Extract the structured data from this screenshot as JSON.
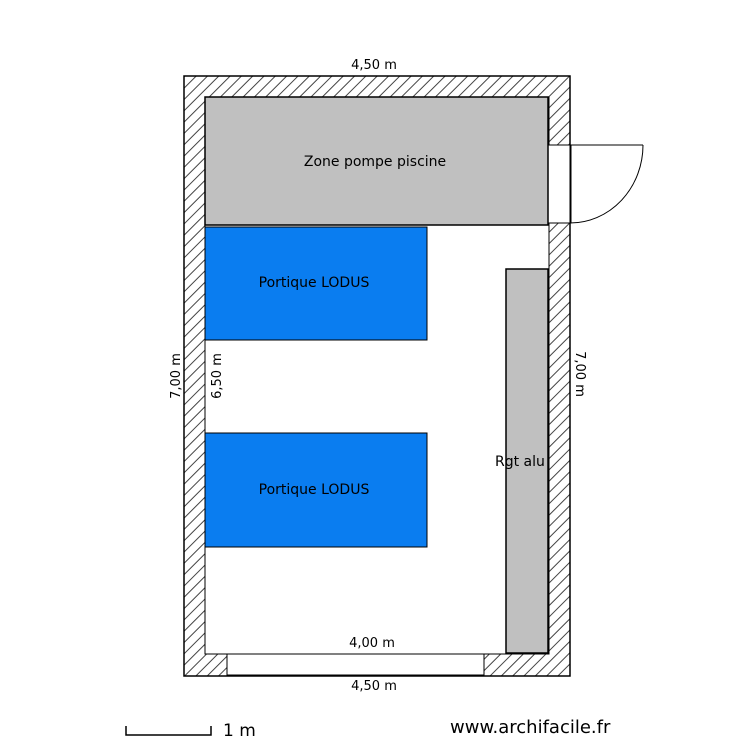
{
  "dimensions": {
    "top": "4,50 m",
    "bottom_outer": "4,50 m",
    "bottom_inner": "4,00 m",
    "left_outer": "7,00 m",
    "left_inner": "6,50 m",
    "right": "7,00 m"
  },
  "zones": {
    "pump": "Zone pompe piscine",
    "portique_1": "Portique LODUS",
    "portique_2": "Portique LODUS",
    "rack": "Rgt alu"
  },
  "scale": {
    "label": "1 m"
  },
  "watermark": "www.archifacile.fr",
  "colors": {
    "wall_bg": "#ffffff",
    "hatch": "#444444",
    "pump_zone": "#c0c0c0",
    "portique": "#0a7df0",
    "rack": "#c0c0c0"
  }
}
